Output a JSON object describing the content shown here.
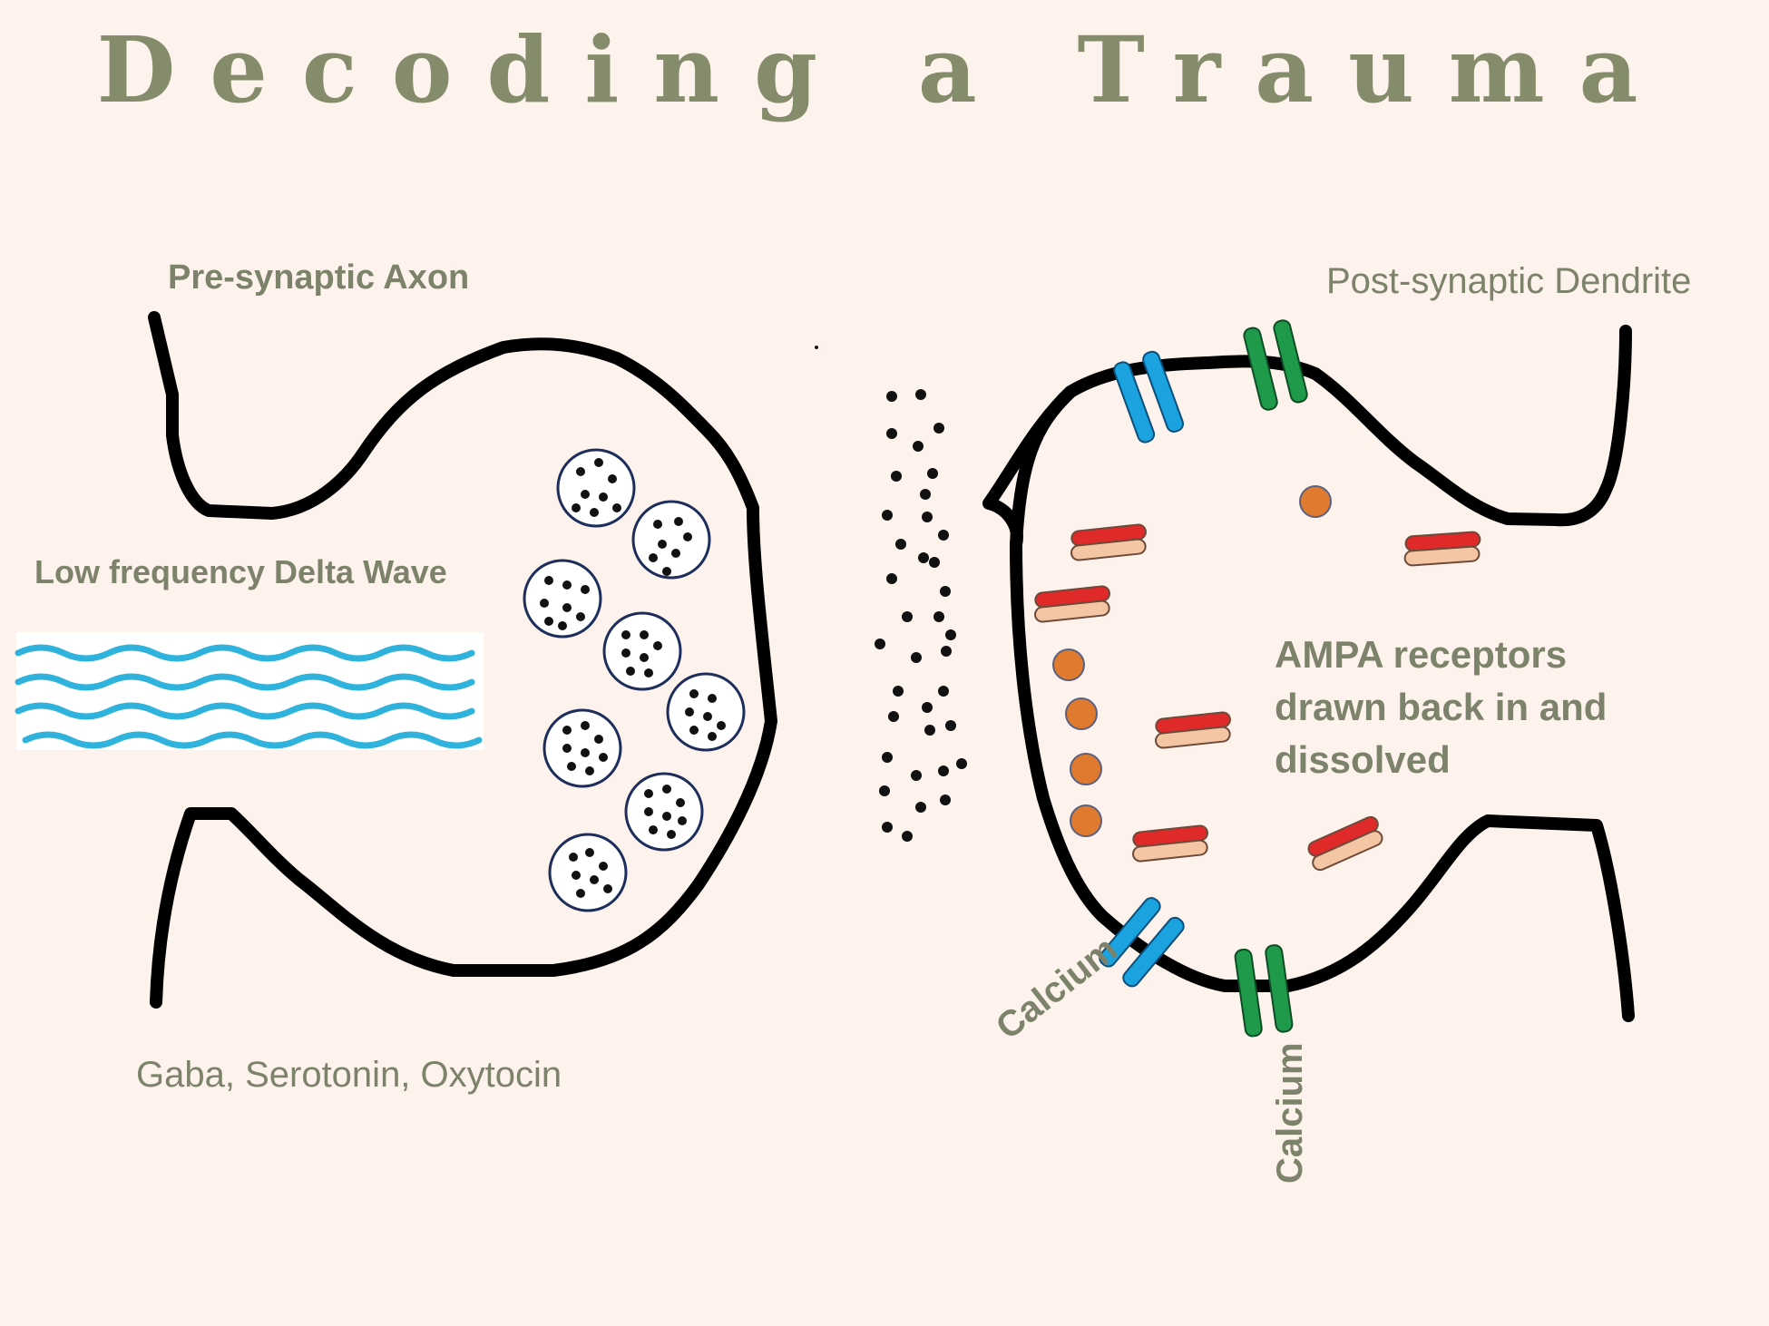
{
  "title": "Decoding a Trauma",
  "labels": {
    "presynaptic": "Pre-synaptic Axon",
    "delta_wave": "Low frequency Delta Wave",
    "postsynaptic": "Post-synaptic Dendrite",
    "neurotransmitters": "Gaba, Serotonin, Oxytocin",
    "ampa": "AMPA receptors drawn back in and dissolved",
    "calcium_1": "Calcium",
    "calcium_2": "Calcium"
  },
  "colors": {
    "background": "#fdf3ec",
    "text": "#7d826a",
    "membrane": "#000000",
    "vesicle_outline": "#1d2d5c",
    "wave": "#2fb3dc",
    "channel_blue": "#1aa3df",
    "channel_green": "#1f9a4a",
    "calcium_dot": "#e07a2e",
    "receptor_red": "#e02a2a",
    "receptor_peach": "#f5c6a3"
  }
}
